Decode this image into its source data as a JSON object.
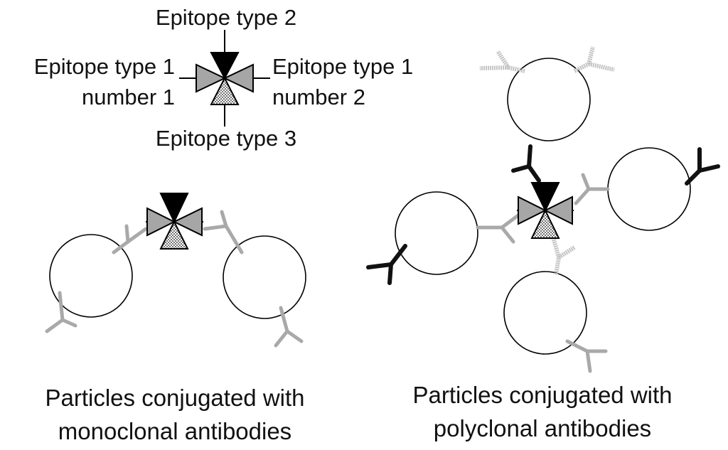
{
  "legend": {
    "epitope_type_2": "Epitope type 2",
    "epitope_type_1_left_line1": "Epitope type 1",
    "epitope_type_1_left_line2": "number 1",
    "epitope_type_1_right_line1": "Epitope type 1",
    "epitope_type_1_right_line2": "number 2",
    "epitope_type_3": "Epitope type 3"
  },
  "captions": {
    "monoclonal_line1": "Particles conjugated with",
    "monoclonal_line2": "monoclonal antibodies",
    "polyclonal_line1": "Particles conjugated with",
    "polyclonal_line2": "polyclonal antibodies"
  },
  "colors": {
    "epitope_type_1": "#a6a6a6",
    "epitope_type_2": "#000000",
    "epitope_type_3": "#cfcfcf",
    "antibody_type_1": "#a9a9a9",
    "antibody_type_2": "#111111",
    "antibody_type_3": "#c4c4c4"
  }
}
